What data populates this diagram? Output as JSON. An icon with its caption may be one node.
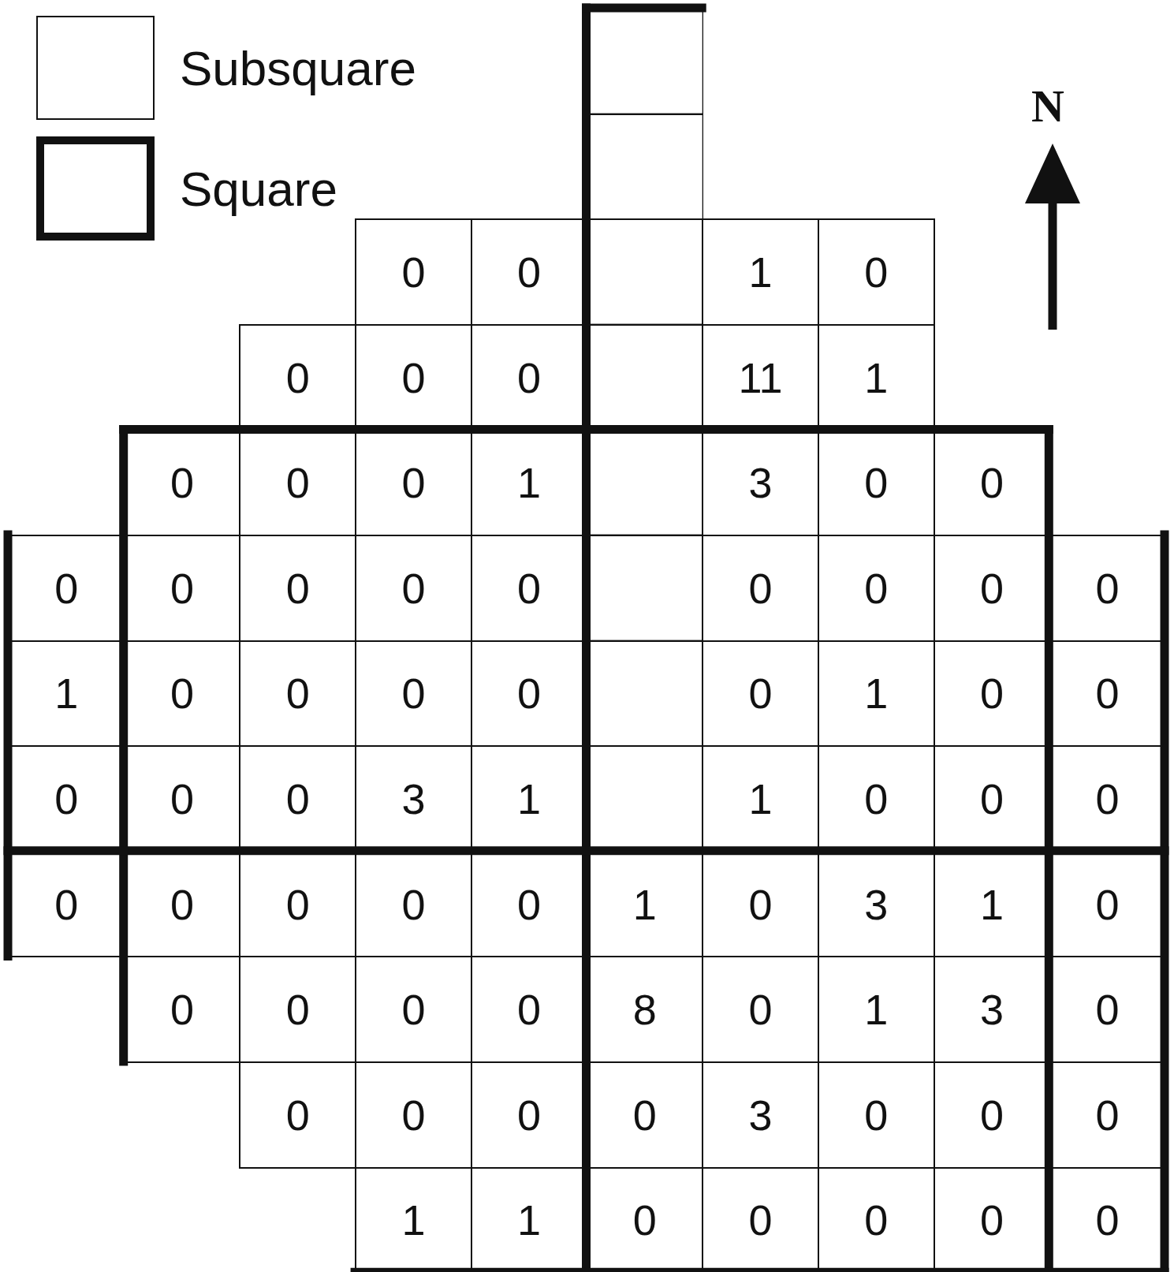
{
  "diagram": {
    "nodes": [
      {
        "text": [],
        "shape": "box"
      },
      {
        "text": [],
        "shape": "box"
      },
      {
        "text": [
          "0"
        ]
      },
      {
        "text": [
          "0"
        ]
      },
      {
        "text": [],
        "shape": "box"
      },
      {
        "text": [
          "1"
        ]
      },
      {
        "text": [
          "0"
        ]
      },
      {
        "text": [
          "0"
        ]
      },
      {
        "text": [
          "0"
        ]
      },
      {
        "text": [
          "0"
        ]
      },
      {
        "text": [],
        "shape": "box"
      },
      {
        "text": [
          "11"
        ]
      },
      {
        "text": [
          "1"
        ]
      },
      {
        "text": [
          "0"
        ]
      },
      {
        "text": [
          "0"
        ]
      },
      {
        "text": [
          "0"
        ]
      },
      {
        "text": [
          "1"
        ]
      },
      {
        "text": [],
        "shape": "box"
      },
      {
        "text": [
          "3"
        ]
      },
      {
        "text": [
          "0"
        ]
      },
      {
        "text": [
          "0"
        ]
      },
      {
        "text": [
          "0"
        ]
      },
      {
        "text": [
          "0"
        ]
      },
      {
        "text": [
          "0"
        ]
      },
      {
        "text": [
          "0"
        ]
      },
      {
        "text": [
          "0"
        ]
      },
      {
        "text": [],
        "shape": "box"
      },
      {
        "text": [
          "0"
        ]
      },
      {
        "text": [
          "0"
        ]
      },
      {
        "text": [
          "0"
        ]
      },
      {
        "text": [
          "0"
        ]
      },
      {
        "text": [
          "1"
        ]
      },
      {
        "text": [
          "0"
        ]
      },
      {
        "text": [
          "0"
        ]
      },
      {
        "text": [
          "0"
        ]
      },
      {
        "text": [
          "0"
        ]
      },
      {
        "text": [],
        "shape": "box"
      },
      {
        "text": [
          "0"
        ]
      },
      {
        "text": [
          "1"
        ]
      },
      {
        "text": [
          "0"
        ]
      },
      {
        "text": [
          "0"
        ]
      },
      {
        "text": [
          "0"
        ]
      },
      {
        "text": [
          "0"
        ]
      },
      {
        "text": [
          "0"
        ]
      },
      {
        "text": [
          "3"
        ]
      },
      {
        "text": [
          "1"
        ]
      },
      {
        "text": [],
        "shape": "box"
      },
      {
        "text": [
          "1"
        ]
      },
      {
        "text": [
          "0"
        ]
      },
      {
        "text": [
          "0"
        ]
      },
      {
        "text": [
          "0"
        ]
      },
      {
        "text": [
          "0"
        ]
      },
      {
        "text": [
          "0"
        ]
      },
      {
        "text": [
          "0"
        ]
      },
      {
        "text": [
          "0"
        ]
      },
      {
        "text": [
          "0"
        ]
      },
      {
        "text": [
          "1"
        ]
      },
      {
        "text": [
          "0"
        ]
      },
      {
        "text": [
          "3"
        ]
      },
      {
        "text": [
          "1"
        ]
      },
      {
        "text": [
          "0"
        ]
      },
      {
        "text": [
          "0"
        ]
      },
      {
        "text": [
          "0"
        ]
      },
      {
        "text": [
          "0"
        ]
      },
      {
        "text": [
          "0"
        ]
      },
      {
        "text": [
          "8"
        ]
      },
      {
        "text": [
          "0"
        ]
      },
      {
        "text": [
          "1"
        ]
      },
      {
        "text": [
          "3"
        ]
      },
      {
        "text": [
          "0"
        ]
      },
      {
        "text": [
          "0"
        ]
      },
      {
        "text": [
          "0"
        ]
      },
      {
        "text": [
          "0"
        ]
      },
      {
        "text": [
          "0"
        ]
      },
      {
        "text": [
          "3"
        ]
      },
      {
        "text": [
          "0"
        ]
      },
      {
        "text": [
          "0"
        ]
      },
      {
        "text": [
          "0"
        ]
      },
      {
        "text": [
          "1"
        ]
      },
      {
        "text": [
          "1"
        ]
      },
      {
        "text": [
          "0"
        ]
      },
      {
        "text": [
          "0"
        ]
      },
      {
        "text": [
          "0"
        ]
      },
      {
        "text": [
          "0"
        ]
      },
      {
        "text": [
          "0"
        ]
      }
    ],
    "labels": [
      "N"
    ],
    "legend": [
      {
        "text": "Subsquare"
      },
      {
        "text": "Square"
      }
    ]
  }
}
